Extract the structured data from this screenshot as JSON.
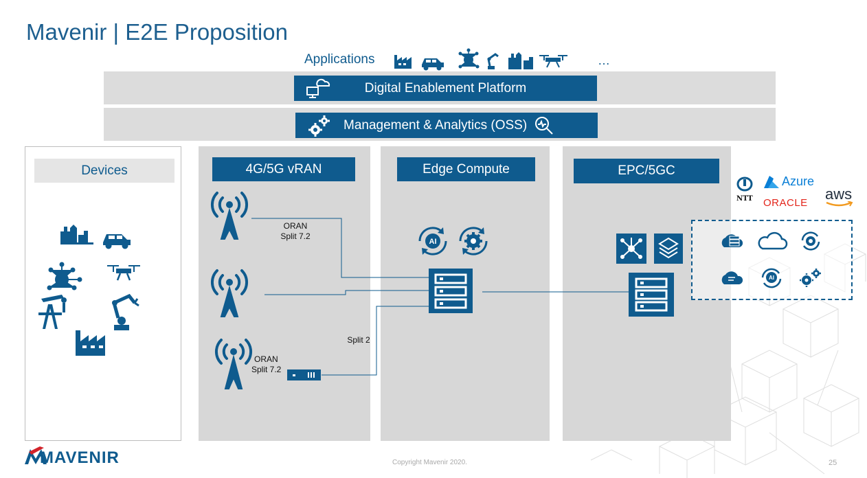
{
  "title": "Mavenir | E2E Proposition",
  "applications_label": "Applications",
  "applications_ellipsis": "…",
  "platform_label": "Digital Enablement Platform",
  "oss_label": "Management & Analytics (OSS)",
  "columns": {
    "devices": "Devices",
    "vran": "4G/5G vRAN",
    "edge": "Edge Compute",
    "core": "EPC/5GC"
  },
  "links": {
    "oran_top_line1": "ORAN",
    "oran_top_line2": "Split 7.2",
    "split2": "Split 2",
    "oran_bottom_line1": "ORAN",
    "oran_bottom_line2": "Split 7.2"
  },
  "cloud_providers": {
    "ntt": "NTT",
    "azure": "Azure",
    "oracle": "ORACLE",
    "aws": "aws"
  },
  "footer": {
    "brand": "MAVENIR",
    "copyright": "Copyright Mavenir 2020.",
    "page_number": "25"
  },
  "colors": {
    "brand_blue": "#0f5b8e",
    "title_blue": "#1d5f8f",
    "panel_gray": "#d7d7d7",
    "azure_blue": "#0a7fd6",
    "oracle_red": "#e3251b",
    "aws_orange": "#f29a1f",
    "mavenir_red": "#d2232a"
  }
}
